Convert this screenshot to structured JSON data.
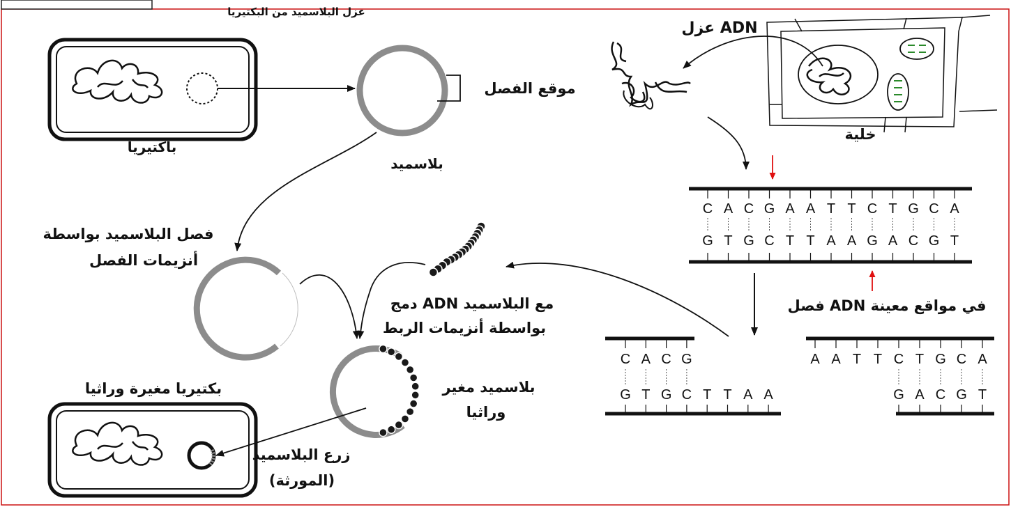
{
  "colors": {
    "frame": "#cc1111",
    "cut_arrow": "#e01010",
    "plasmid": "#8c8c8c",
    "gene_bead": "#1a1a1a",
    "chloroplast_dash": "#2a8a2a"
  },
  "labels": {
    "isolate_dna": "عزل ADN",
    "isolate_plasmid": "عزل البلاسميد من البكتيريا",
    "bacteria": "باكتيريا",
    "plasmid": "بلاسميد",
    "cut_site": "موقع الفصل",
    "cell": "خلية",
    "cut_plasmid_line1": "فصل البلاسميد بواسطة",
    "cut_plasmid_line2": "أنزيمات الفصل",
    "merge_line1": "دمج ADN مع البلاسميد",
    "merge_line2": "بواسطة أنزيمات الربط",
    "cut_dna": "فصل ADN في مواقع معينة",
    "recombinant_plasmid_line1": "بلاسميد مغير",
    "recombinant_plasmid_line2": "وراثيا",
    "gm_bacteria": "بكتيريا مغيرة وراثيا",
    "insert_line1": "زرع البلاسميد",
    "insert_line2": "(المورثة)"
  },
  "dna": {
    "full_top": [
      "C",
      "A",
      "C",
      "G",
      "A",
      "A",
      "T",
      "T",
      "C",
      "T",
      "G",
      "C",
      "A"
    ],
    "full_bottom": [
      "G",
      "T",
      "G",
      "C",
      "T",
      "T",
      "A",
      "A",
      "G",
      "A",
      "C",
      "G",
      "T"
    ],
    "left_top": [
      "C",
      "A",
      "C",
      "G"
    ],
    "left_bottom": [
      "G",
      "T",
      "G",
      "C",
      "T",
      "T",
      "A",
      "A"
    ],
    "right_top": [
      "A",
      "A",
      "T",
      "T",
      "C",
      "T",
      "G",
      "C",
      "A"
    ],
    "right_bottom": [
      "G",
      "A",
      "C",
      "G",
      "T"
    ]
  },
  "icons": {
    "bacterium": "bacterium-icon",
    "plasmid": "plasmid-ring-icon",
    "cell": "plant-cell-icon",
    "dna_strand": "dna-strand-icon",
    "gene": "gene-fragment-icon"
  }
}
